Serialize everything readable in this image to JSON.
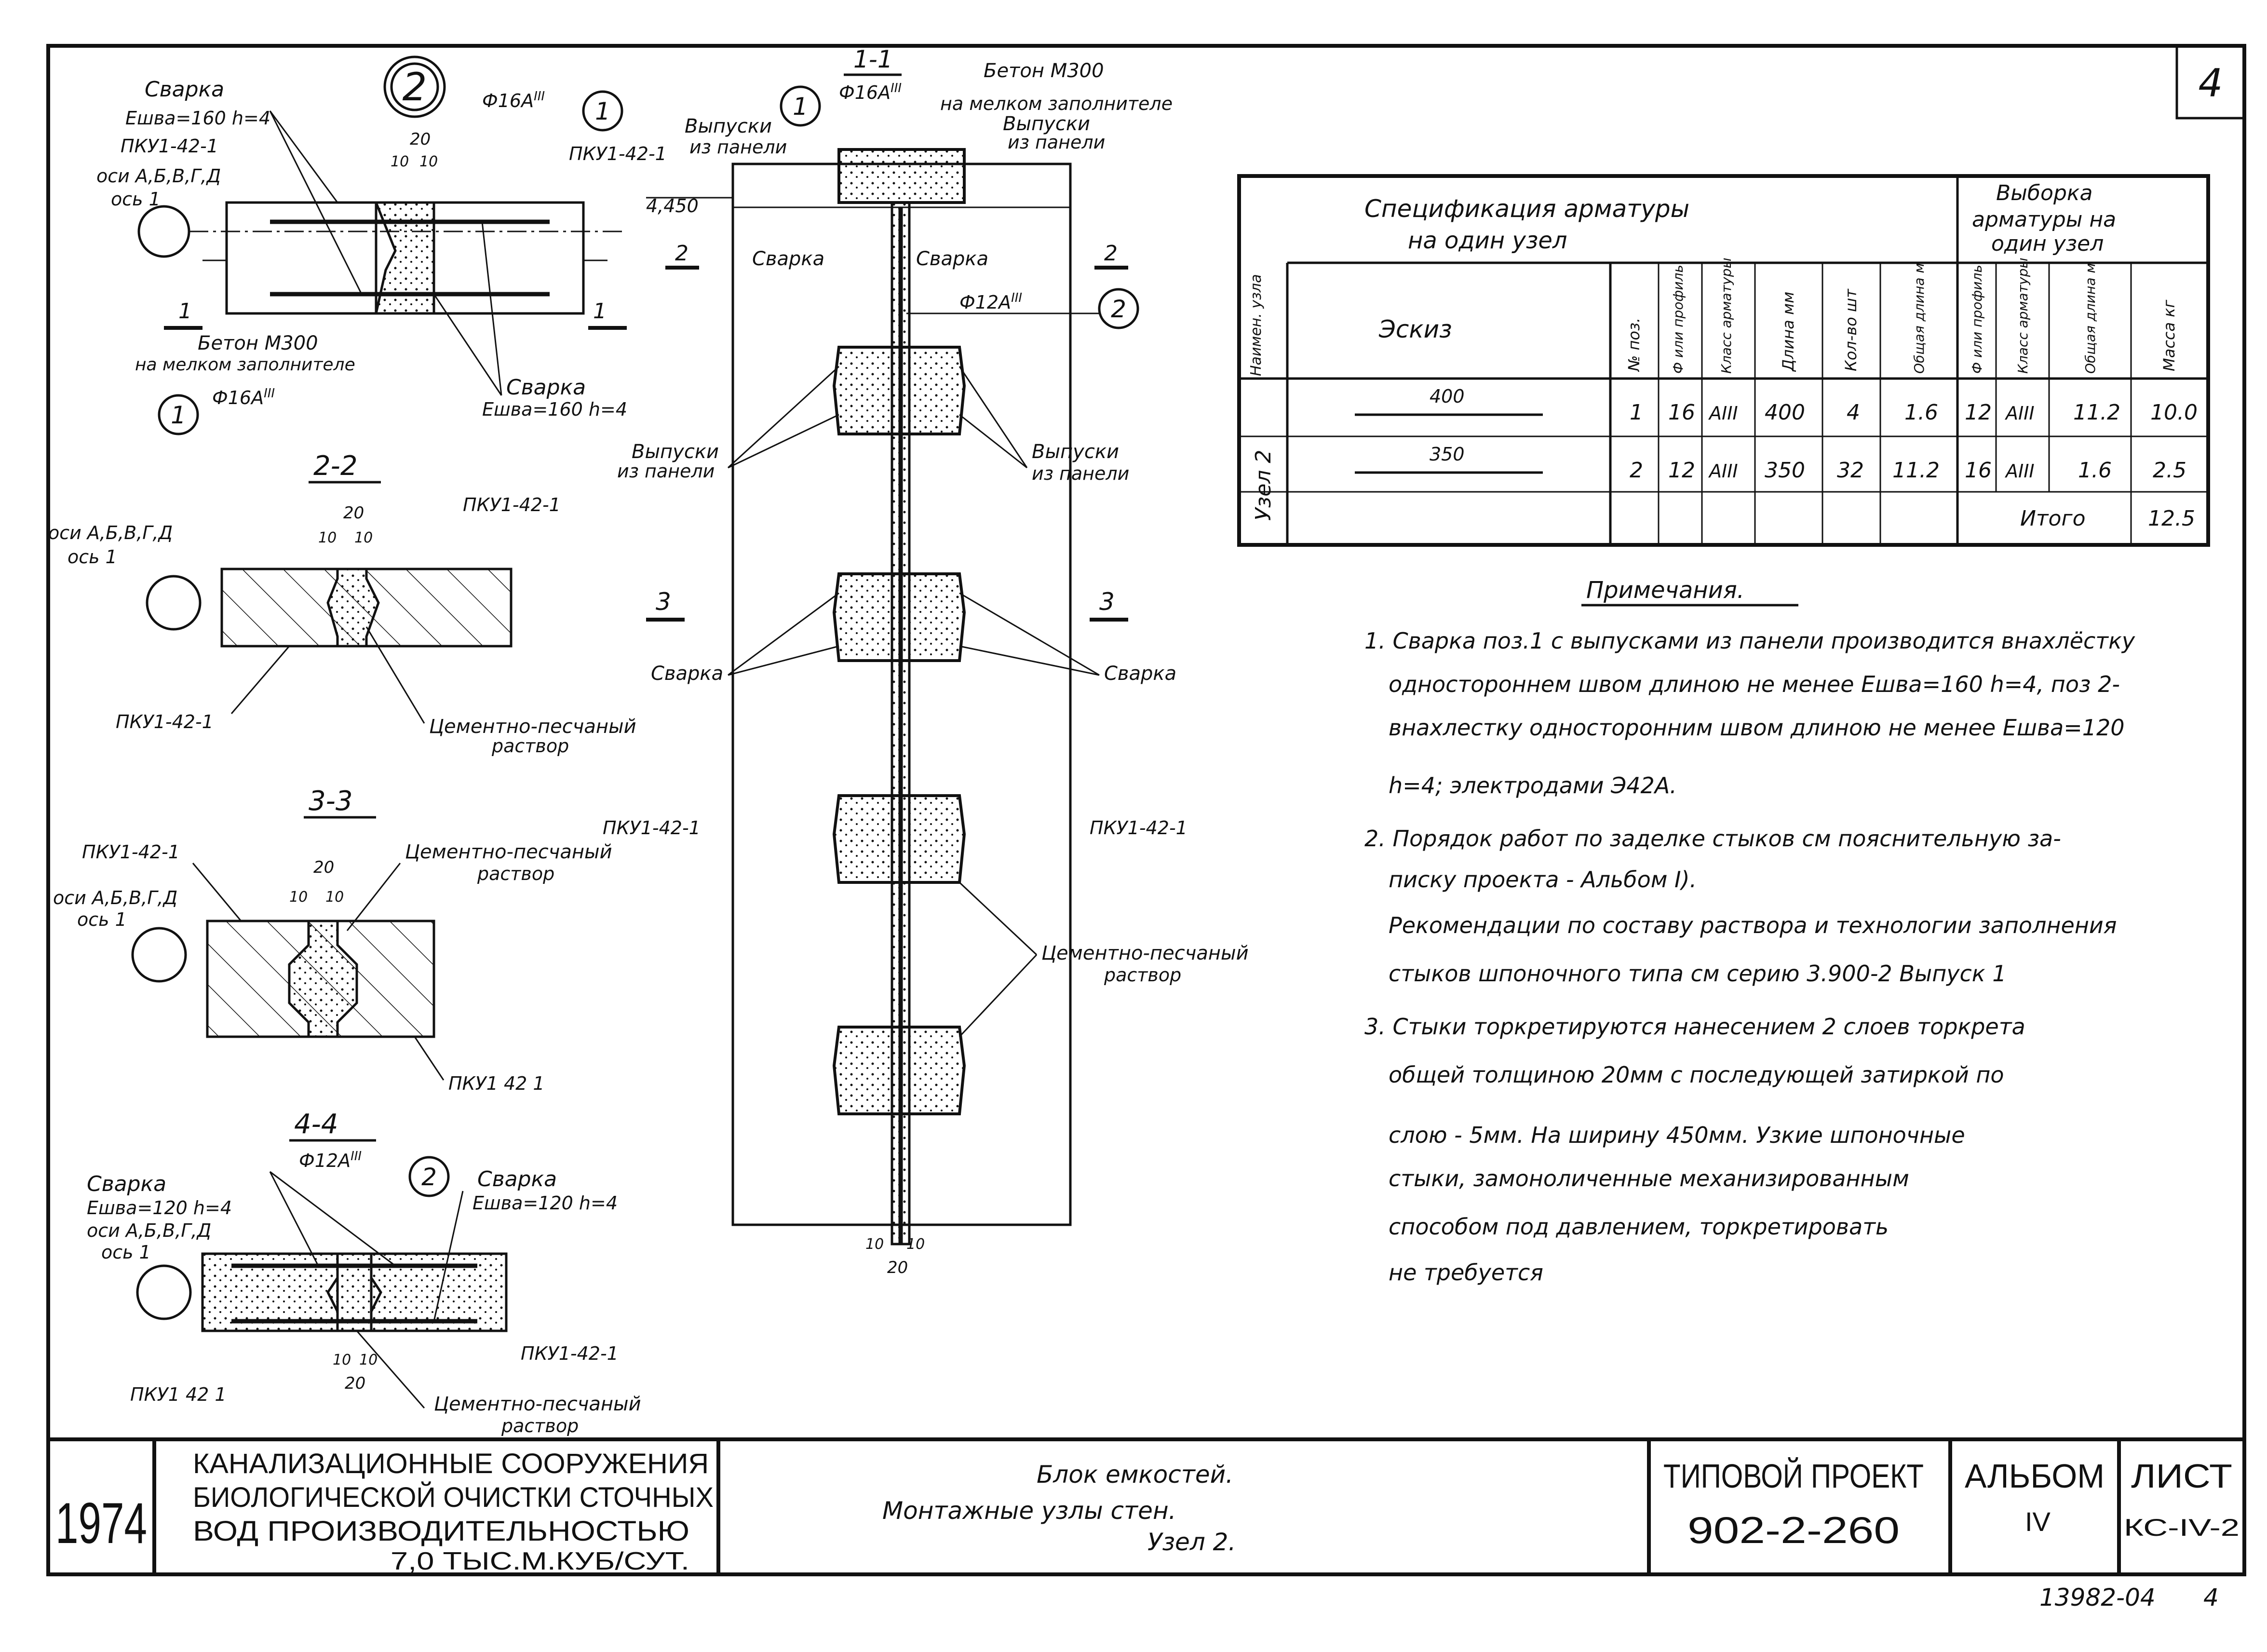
{
  "sheet_number": "4",
  "detail_marker": "2",
  "top_left": {
    "weld_label": "Сварка",
    "weld_spec_160": "Ешва=160 h=4",
    "weld_spec_160b": "Ешва=160 h=4",
    "panel_label": "ПКУ1-42-1",
    "axes_label": "оси А,Б,В,Г,Д",
    "axis1_label": "ось 1",
    "rebar_label": "Ф16А",
    "rebar_class": "III",
    "callout_1": "1",
    "dim_20": "20",
    "dim_10a": "10",
    "dim_10b": "10",
    "section_mark": "1",
    "concrete_label": "Бетон М300",
    "concrete_sub": "на мелком заполнителе"
  },
  "section_2_2": {
    "title": "2-2",
    "panel_label": "ПКУ1-42-1",
    "axes_label": "оси А,Б,В,Г,Д",
    "axis1_label": "ось 1",
    "dim_20": "20",
    "dim_10a": "10",
    "dim_10b": "10",
    "mortar_label": "Цементно-песчаный",
    "mortar_sub": "раствор"
  },
  "section_3_3": {
    "title": "3-3",
    "panel_label": "ПКУ1-42-1",
    "panel_label_b": "ПКУ1 42 1",
    "axes_label": "оси А,Б,В,Г,Д",
    "axis1_label": "ось 1",
    "dim_20": "20",
    "dim_10a": "10",
    "dim_10b": "10",
    "mortar_label": "Цементно-песчаный",
    "mortar_sub": "раствор"
  },
  "section_4_4": {
    "title": "4-4",
    "weld_label": "Сварка",
    "weld_spec_120": "Ешва=120 h=4",
    "rebar_label": "Ф12А",
    "rebar_class": "III",
    "callout_2": "2",
    "axes_label": "оси А,Б,В,Г,Д",
    "axis1_label": "ось 1",
    "panel_label": "ПКУ1-42-1",
    "panel_label_b": "ПКУ1 42 1",
    "dim_20": "20",
    "dim_10a": "10",
    "dim_10b": "10",
    "mortar_label": "Цементно-песчаный",
    "mortar_sub": "раствор"
  },
  "section_1_1": {
    "title": "1-1",
    "concrete_label": "Бетон М300",
    "concrete_sub": "на мелком заполнителе",
    "outlets_label": "Выпуски",
    "outlets_sub": "из панели",
    "rebar16": "Ф16А",
    "rebar12": "Ф12А",
    "rebar_class": "III",
    "callout_1": "1",
    "callout_2": "2",
    "level": "4,450",
    "weld_label": "Сварка",
    "sec2": "2",
    "sec3": "3",
    "panel_label": "ПКУ1-42-1",
    "mortar_label": "Цементно-песчаный",
    "mortar_sub": "раствор",
    "dim_10a": "10",
    "dim_10b": "10",
    "dim_20": "20"
  },
  "spec_table": {
    "header_main": "Спецификация арматуры",
    "header_main2": "на один узел",
    "header_sel": "Выборка",
    "header_sel2": "арматуры на",
    "header_sel3": "один узел",
    "col_node": "Наимен. узла",
    "col_sketch": "Эскиз",
    "col_pos": "№ поз.",
    "col_profile": "Ф или профиль",
    "col_class": "Класс арматуры",
    "col_length": "Длина мм",
    "col_qty": "Кол-во шт",
    "col_total": "Общая длина м",
    "col_profile2": "Ф или профиль",
    "col_class2": "Класс арматуры",
    "col_total2": "Общая длина м",
    "col_mass": "Масса кг",
    "node_name": "Узел 2",
    "rows": [
      {
        "sketch": "400",
        "pos": "1",
        "dia": "16",
        "cls": "АIII",
        "len": "400",
        "qty": "4",
        "total": "1.6",
        "dia2": "12",
        "cls2": "АIII",
        "total2": "11.2",
        "mass": "10.0"
      },
      {
        "sketch": "350",
        "pos": "2",
        "dia": "12",
        "cls": "АIII",
        "len": "350",
        "qty": "32",
        "total": "11.2",
        "dia2": "16",
        "cls2": "АIII",
        "total2": "1.6",
        "mass": "2.5"
      }
    ],
    "total_label": "Итого",
    "total_mass": "12.5"
  },
  "notes": {
    "title": "Примечания.",
    "lines": [
      "1. Сварка поз.1 с выпусками из панели производится внахлёстку",
      "одностороннем швом длиною не менее Ешва=160 h=4, поз 2-",
      "внахлестку односторонним швом длиною не менее Ешва=120",
      "h=4; электродами Э42А.",
      "2. Порядок работ по заделке стыков см пояснительную за-",
      "писку проекта - Альбом I).",
      "Рекомендации по составу раствора и технологии заполнения",
      "стыков шпоночного типа см серию 3.900-2 Выпуск 1",
      "3. Стыки торкретируются нанесением 2 слоев торкрета",
      "общей толщиною 20мм с последующей затиркой по",
      "слою - 5мм. На ширину 450мм. Узкие шпоночные",
      "стыки, замоноличенные механизированным",
      "способом под давлением, торкретировать",
      "не требуется"
    ]
  },
  "title_block": {
    "year": "1974",
    "org_line1": "КАНАЛИЗАЦИОННЫЕ СООРУЖЕНИЯ",
    "org_line2": "БИОЛОГИЧЕСКОЙ ОЧИСТКИ СТОЧНЫХ",
    "org_line3": "ВОД ПРОИЗВОДИТЕЛЬНОСТЬЮ",
    "org_line4": "7,0 ТЫС.М.КУБ/СУТ.",
    "desc_line1": "Блок емкостей.",
    "desc_line2": "Монтажные узлы стен.",
    "desc_line3": "Узел 2.",
    "project_label": "ТИПОВОЙ ПРОЕКТ",
    "project_number": "902-2-260",
    "album_label": "АЛЬБОМ",
    "album_number": "IV",
    "sheet_label": "ЛИСТ",
    "sheet_code": "КС-IV-2",
    "archive_number": "13982-04",
    "archive_page": "4"
  }
}
